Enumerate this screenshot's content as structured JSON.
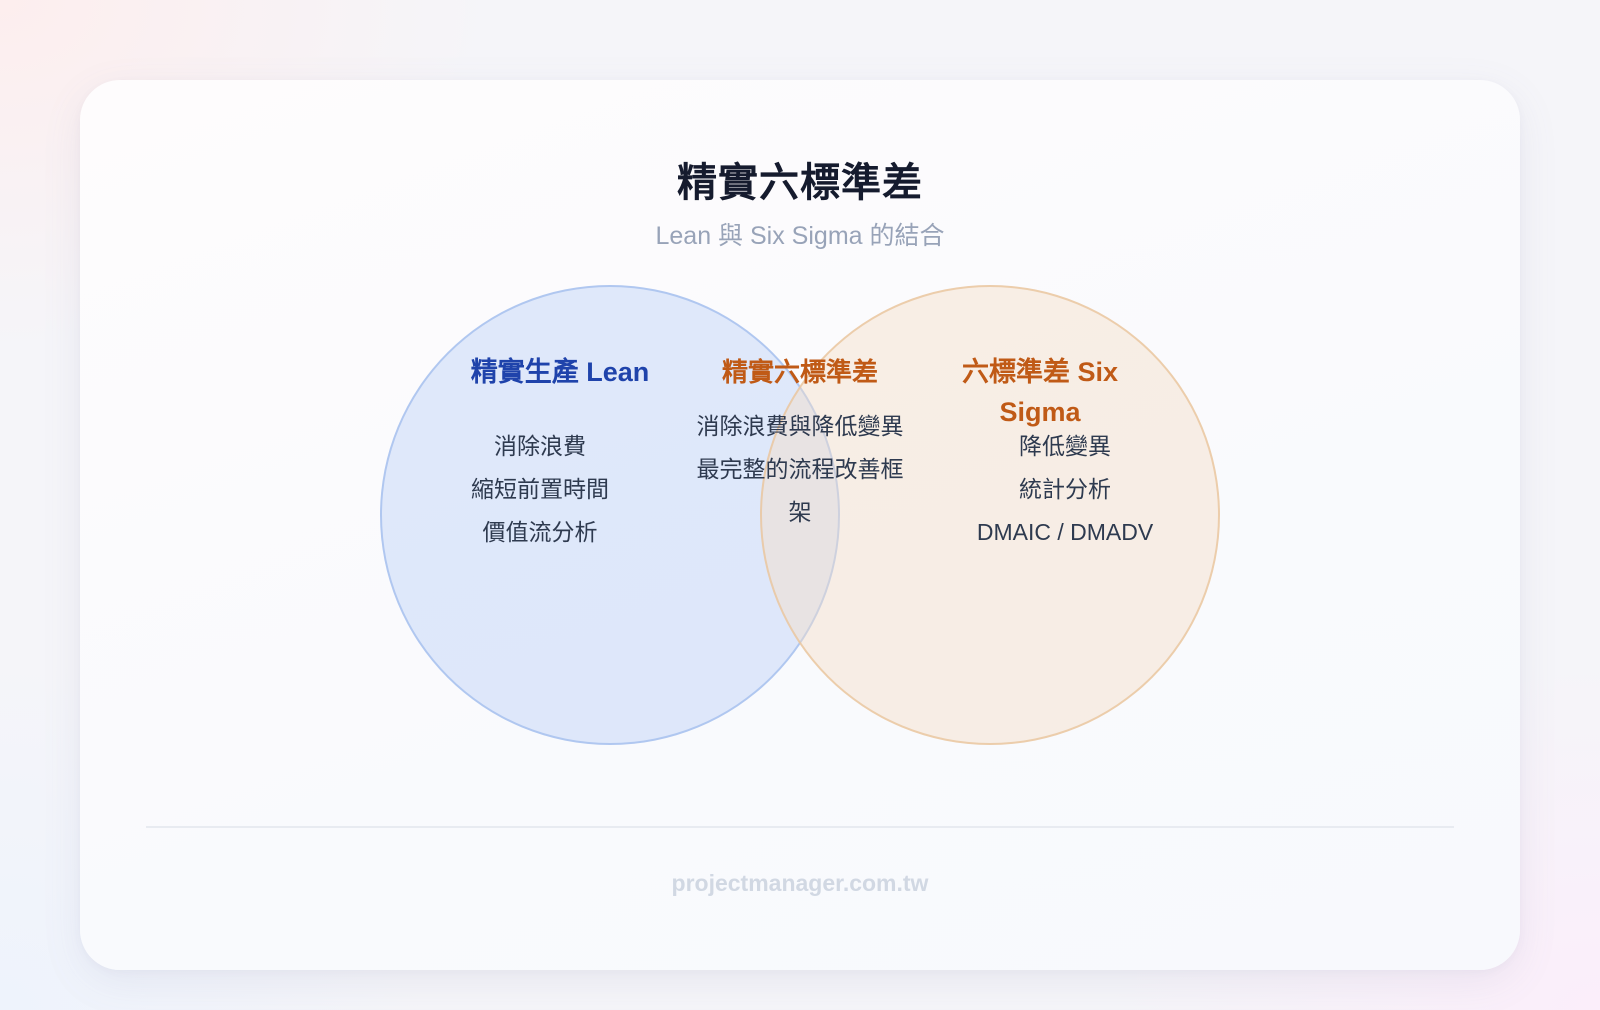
{
  "header": {
    "title": "精實六標準差",
    "subtitle": "Lean 與 Six Sigma 的結合"
  },
  "venn": {
    "left": {
      "label": "精實生產 Lean",
      "color": "#1f43ab",
      "fill": "#dce6f9",
      "items": [
        "消除浪費",
        "縮短前置時間",
        "價值流分析"
      ]
    },
    "intersection": {
      "label": "精實六標準差",
      "color": "#c05a16",
      "items": [
        "消除浪費與降低變異",
        "最完整的流程改善框架"
      ]
    },
    "right": {
      "label": "六標準差 Six Sigma",
      "color": "#c05a16",
      "fill": "#f6eadf",
      "items": [
        "降低變異",
        "統計分析",
        "DMAIC / DMADV"
      ]
    }
  },
  "footer": {
    "text": "projectmanager.com.tw"
  }
}
